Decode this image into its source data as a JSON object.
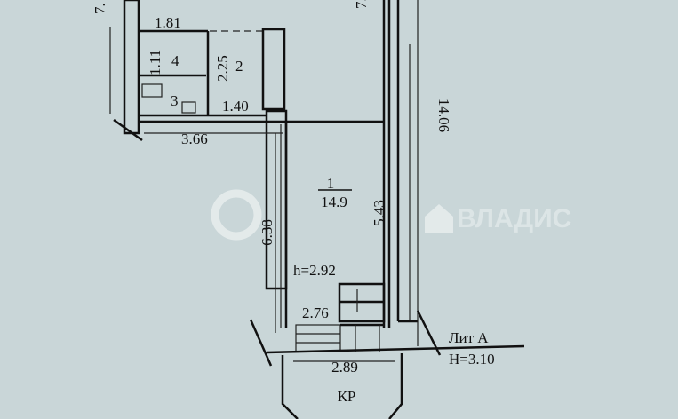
{
  "plan": {
    "top_left_dim": "7.",
    "top_right_dim": "7.",
    "rooms": [
      {
        "number": "1",
        "area": "14.9"
      },
      {
        "number": "2"
      },
      {
        "number": "3"
      },
      {
        "number": "4"
      }
    ],
    "dimensions": {
      "d_1_81": "1.81",
      "d_1_11": "1.11",
      "d_2_25": "2.25",
      "d_1_40": "1.40",
      "d_3_66": "3.66",
      "d_14_06": "14.06",
      "d_6_38": "6.38",
      "d_5_43": "5.43",
      "d_2_76": "2.76",
      "d_2_89": "2.89"
    },
    "ceiling_height": "h=2.92",
    "porch_label": "КР",
    "lit_label": "Лит А",
    "building_height": "H=3.10"
  },
  "watermark": {
    "brand": "ВЛАДИС"
  }
}
